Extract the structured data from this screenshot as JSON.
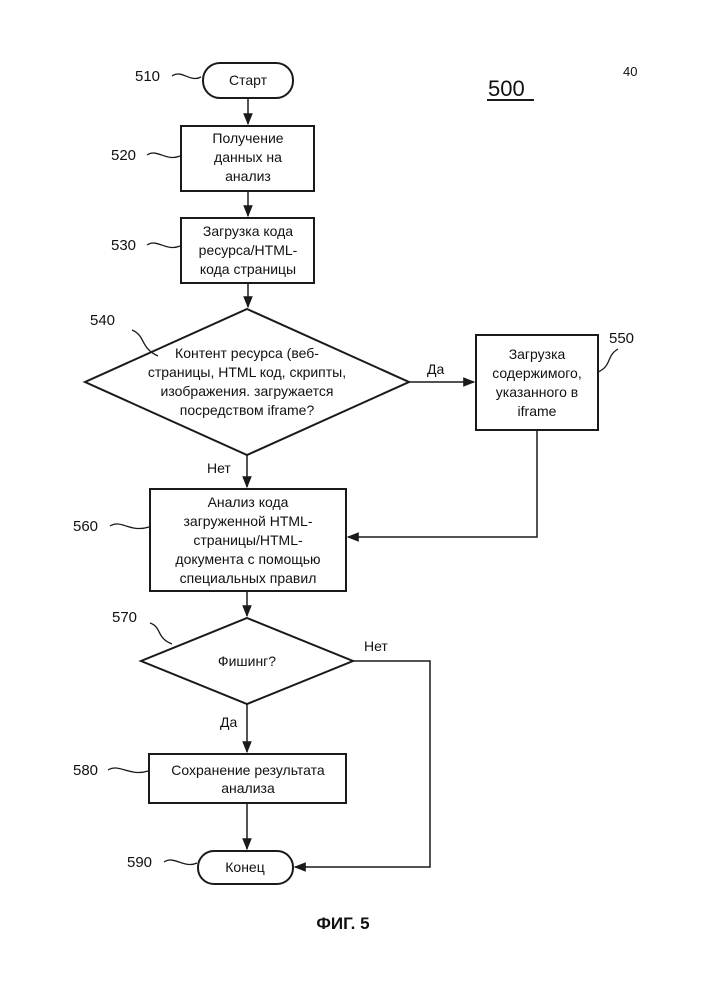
{
  "sheet_number": "40",
  "figure_number": "500",
  "caption": "ФИГ. 5",
  "nodes": {
    "start": {
      "ref": "510",
      "lines": [
        "Старт"
      ]
    },
    "receive": {
      "ref": "520",
      "lines": [
        "Получение",
        "данных на",
        "анализ"
      ]
    },
    "load_code": {
      "ref": "530",
      "lines": [
        "Загрузка кода",
        "ресурса/HTML-",
        "кода страницы"
      ]
    },
    "iframe_check": {
      "ref": "540",
      "lines": [
        "Контент ресурса (веб-",
        "страницы, HTML код, скрипты,",
        "изображения. загружается",
        "посредством iframe?"
      ]
    },
    "load_iframe": {
      "ref": "550",
      "lines": [
        "Загрузка",
        "содержимого,",
        "указанного в",
        "iframe"
      ]
    },
    "analyze": {
      "ref": "560",
      "lines": [
        "Анализ кода",
        "загруженной HTML-",
        "страницы/HTML-",
        "документа с помощью",
        "специальных правил"
      ]
    },
    "phishing": {
      "ref": "570",
      "lines": [
        "Фишинг?"
      ]
    },
    "save": {
      "ref": "580",
      "lines": [
        "Сохранение результата",
        "анализа"
      ]
    },
    "end": {
      "ref": "590",
      "lines": [
        "Конец"
      ]
    }
  },
  "edge_labels": {
    "iframe_yes": "Да",
    "iframe_no": "Нет",
    "phishing_no": "Нет",
    "phishing_yes": "Да"
  }
}
